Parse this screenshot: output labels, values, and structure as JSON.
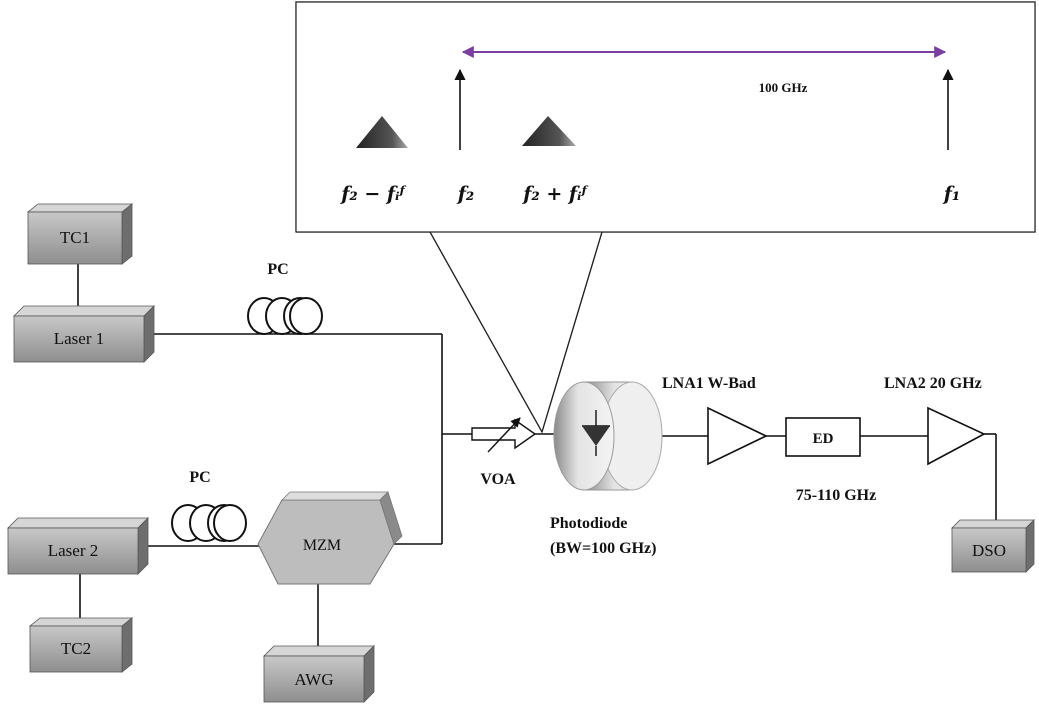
{
  "inset": {
    "freq_spacing": "100 GHz",
    "labels": {
      "f2_minus_fif": "f₂ − fᵢᶠ",
      "f2": "f₂",
      "f2_plus_fif": "f₂ + fᵢᶠ",
      "f1": "f₁"
    }
  },
  "devices": {
    "tc1": "TC1",
    "tc2": "TC2",
    "laser1": "Laser 1",
    "laser2": "Laser 2",
    "mzm": "MZM",
    "awg": "AWG",
    "dso": "DSO",
    "ed": "ED"
  },
  "labels": {
    "pc_top": "PC",
    "pc_bottom": "PC",
    "voa": "VOA",
    "photodiode": "Photodiode",
    "photodiode_bw": "(BW=100 GHz)",
    "lna1": "LNA1 W-Bad",
    "lna2": "LNA2 20 GHz",
    "ed_band": "75-110 GHz"
  },
  "colors": {
    "arrow_span": "#7a3fa0",
    "box_face": "#a9a9a9",
    "box_top": "#d4d4d4",
    "box_side": "#6e6e6e"
  }
}
